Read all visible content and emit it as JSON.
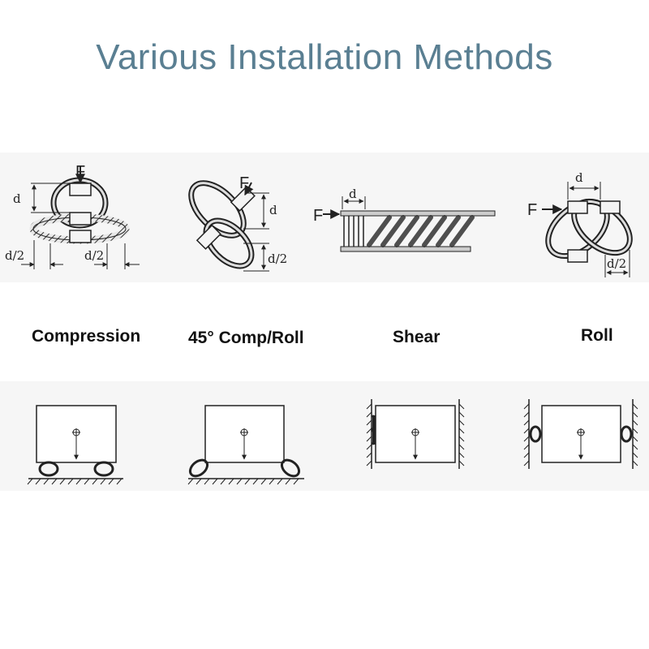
{
  "title": "Various Installation Methods",
  "methods": [
    {
      "label": "Compression"
    },
    {
      "label": "45° Comp/Roll"
    },
    {
      "label": "Shear"
    },
    {
      "label": "Roll"
    }
  ],
  "annotations": {
    "force": "F",
    "diameter": "d",
    "half_diameter": "d/2"
  },
  "colors": {
    "title": "#5a7f92",
    "band": "#f6f6f6",
    "ink": "#222222"
  }
}
